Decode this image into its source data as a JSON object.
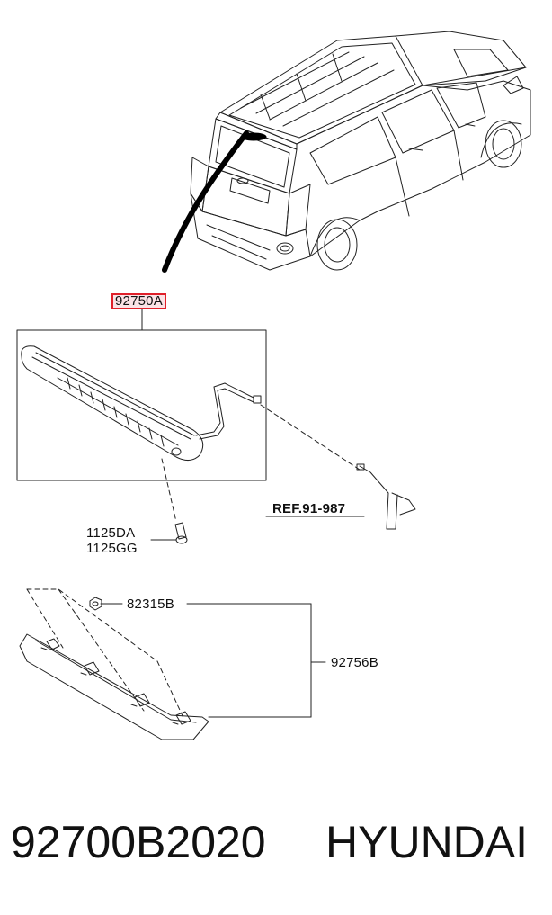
{
  "diagram": {
    "part_labels": {
      "main_assembly": "92750A",
      "bolt_1": "1125DA",
      "bolt_2": "1125GG",
      "reference": "REF.91-987",
      "nut": "82315B",
      "cover": "92756B"
    },
    "highlight_color": "#e0202a"
  },
  "footer": {
    "part_number": "92700B2020",
    "brand": "HYUNDAI"
  }
}
